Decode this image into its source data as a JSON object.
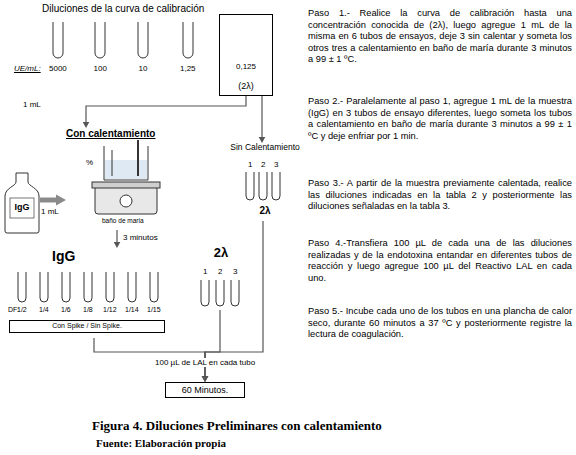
{
  "diagram": {
    "caption": "Figura 4. Diluciones Preliminares con calentamiento",
    "nodes": [
      {
        "text": [
          "(2λ)"
        ]
      },
      {
        "text": [
          "IgG"
        ]
      },
      {
        "text": [
          "Con calentamiento",
          "%",
          "baño de maria"
        ]
      },
      {
        "text": [
          "Sin Calentamiento",
          "2λ"
        ]
      },
      {
        "text": [
          "IgG"
        ]
      },
      {
        "text": [
          "Con Spike / Sin Spike."
        ],
        "in": 4
      },
      {
        "text": [
          "2λ"
        ]
      },
      {
        "text": [
          "60 Minutos."
        ]
      }
    ],
    "edges": [
      {
        "from": 0,
        "to": 2,
        "arrow": "to",
        "label": "1 mL"
      },
      {
        "from": 0,
        "to": 3,
        "arrow": "to"
      },
      {
        "from": 1,
        "to": 2,
        "arrow": "to",
        "label": "1 mL"
      },
      {
        "from": 2,
        "to": 4,
        "arrow": "to",
        "label": "3 minutos"
      },
      {
        "from": 4,
        "to": 7,
        "arrow": "to"
      },
      {
        "from": 6,
        "to": 7,
        "arrow": "to"
      },
      {
        "from": 3,
        "to": 7,
        "arrow": "to"
      }
    ],
    "labels": [
      "Diluciones de la curva de calibración",
      "UE/mL:",
      "5000",
      "100",
      "10",
      "1,25",
      "0,125",
      "Paso 1.- Realice la curva de calibración hasta una concentración conocida de (2λ), luego agregue 1 mL de la misma en 6 tubos de ensayos, deje 3 sin calentar y someta los otros tres a calentamiento en baño de maría durante 3 minutos a 99 ± 1 ºC.",
      "Paso 2.- Paralelamente al paso 1, agregue 1 mL de la muestra (IgG) en 3 tubos de ensayo diferentes, luego someta los tubos a calentamiento en baño de maría durante 3 minutos a 99 ± 1 ºC y deje enfriar por 1 min.",
      "Paso 3.- A partir de la muestra previamente calentada, realice las diluciones indicadas en la tabla 2 y posteriormente las diluciones señaladas en la tabla 3.",
      "Paso 4.-Transfiera 100 µL de cada una de las diluciones realizadas y de la endotoxina entandar en diferentes tubos de reacción y luego agregue 100 µL del Reactivo LAL en cada uno.",
      "Paso 5.- Incube cada uno de los tubos en una plancha de calor seco, durante 60 minutos a 37 ºC y posteriormente registre la lectura de coagulación.",
      "DF:",
      "1/2",
      "1/4",
      "1/6",
      "1/8",
      "1/12",
      "1/14",
      "1/15",
      "1",
      "2",
      "3",
      "1",
      "2",
      "3",
      "100 µL de LAL en cada tubo",
      "Fuente: Elaboración propia"
    ]
  }
}
